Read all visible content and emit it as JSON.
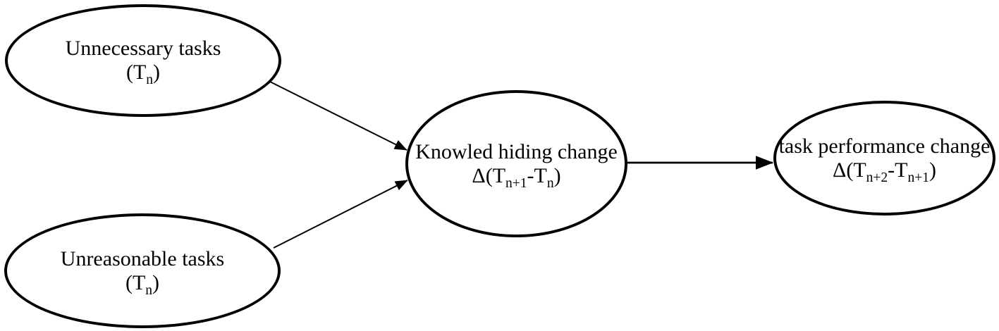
{
  "diagram": {
    "colors": {
      "background": "#ffffff",
      "ink": "#000000"
    },
    "nodes": [
      {
        "id": "unnecessary-tasks",
        "line1": "Unnecessary tasks",
        "formula": {
          "pre": "(T",
          "sub1": "n",
          "mid": "",
          "sub2": "",
          "post": ")"
        }
      },
      {
        "id": "unreasonable-tasks",
        "line1": "Unreasonable tasks",
        "formula": {
          "pre": "(T",
          "sub1": "n",
          "mid": "",
          "sub2": "",
          "post": ")"
        }
      },
      {
        "id": "knowledge-hiding-change",
        "line1": "Knowled hiding change",
        "formula": {
          "pre": "Δ(T",
          "sub1": "n+1",
          "mid": "-T",
          "sub2": "n",
          "post": ")"
        }
      },
      {
        "id": "task-performance-change",
        "line1": "task performance change",
        "formula": {
          "pre": "Δ(T",
          "sub1": "n+2",
          "mid": "-T",
          "sub2": "n+1",
          "post": ")"
        }
      }
    ],
    "edges": [
      {
        "from": "unnecessary-tasks",
        "to": "knowledge-hiding-change",
        "style": "thin"
      },
      {
        "from": "unreasonable-tasks",
        "to": "knowledge-hiding-change",
        "style": "thin"
      },
      {
        "from": "knowledge-hiding-change",
        "to": "task-performance-change",
        "style": "thick"
      }
    ]
  }
}
